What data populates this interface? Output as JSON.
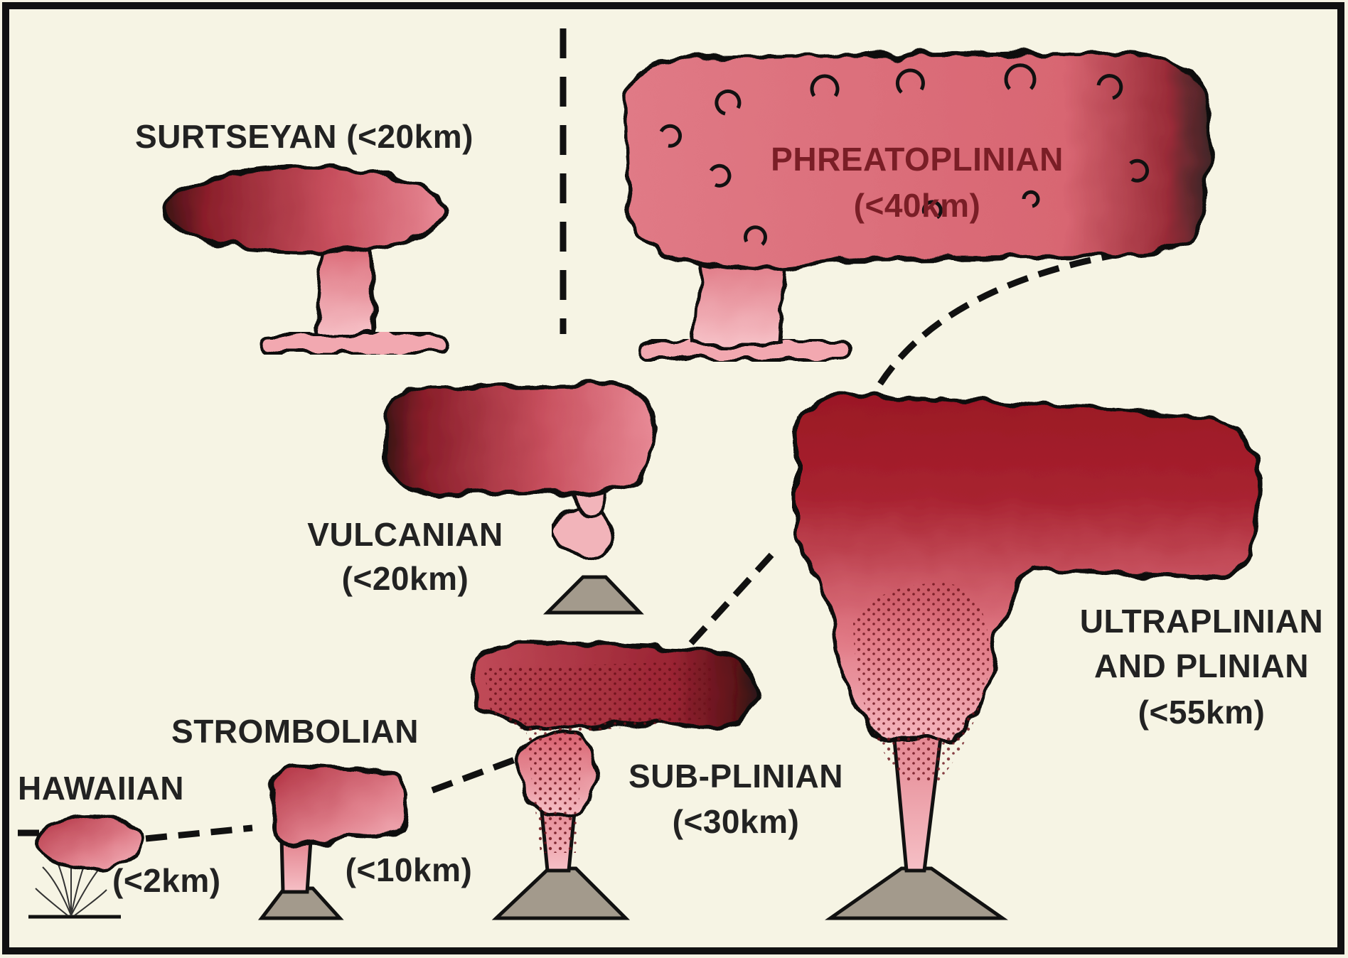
{
  "eruption_types": [
    {
      "name": "SURTSEYAN",
      "height": "(<20km)"
    },
    {
      "name": "PHREATOPLINIAN",
      "height": "(<40km)"
    },
    {
      "name": "VULCANIAN",
      "height": "(<20km)"
    },
    {
      "name": "ULTRAPLINIAN",
      "name_line2": "AND PLINIAN",
      "height": "(<55km)"
    },
    {
      "name": "STROMBOLIAN",
      "height": "(<10km)"
    },
    {
      "name": "SUB-PLINIAN",
      "height": "(<30km)"
    },
    {
      "name": "HAWAIIAN",
      "height": "(<2km)"
    }
  ],
  "colors": {
    "background": "#f6f4e4",
    "frame": "#111111",
    "plume_light": "#f0a0a8",
    "plume_mid": "#d8606e",
    "plume_dark": "#8a1822",
    "cone": "#a39a8c"
  }
}
